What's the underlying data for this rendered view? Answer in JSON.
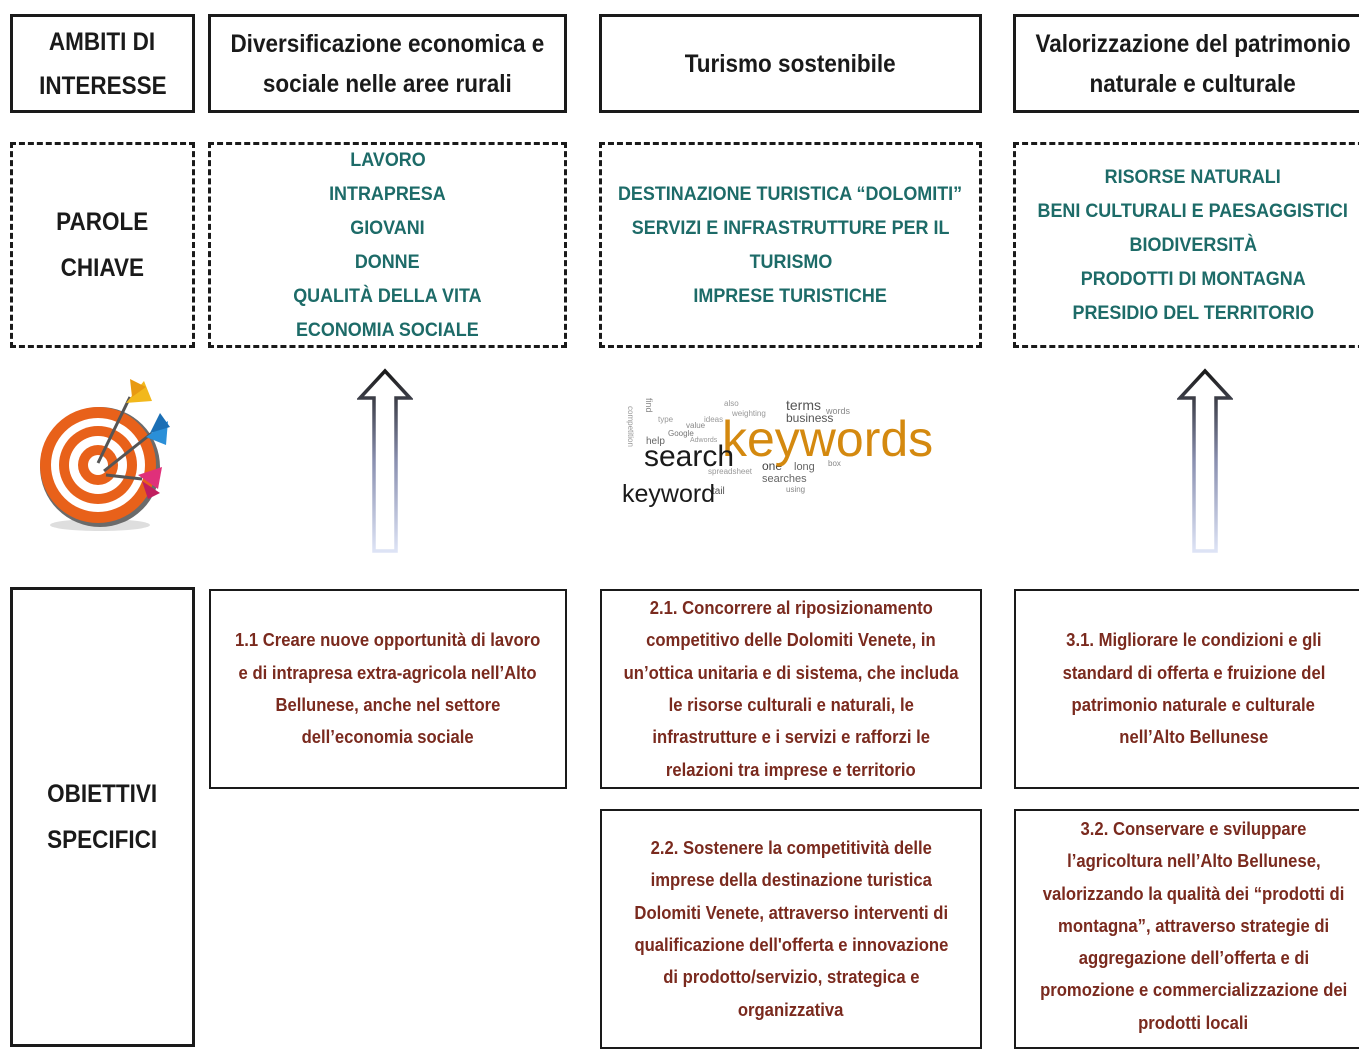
{
  "ambiti": {
    "label": [
      "AMBITI DI",
      "INTERESSE"
    ],
    "a1": [
      "Diversificazione economica e",
      "sociale nelle aree rurali"
    ],
    "a2": [
      "Turismo sostenibile"
    ],
    "a3": [
      "Valorizzazione del patrimonio",
      "naturale e culturale"
    ]
  },
  "parole": {
    "label": [
      "PAROLE",
      "CHIAVE"
    ],
    "k1": [
      "LAVORO",
      "INTRAPRESA",
      "GIOVANI",
      "DONNE",
      "QUALITÀ DELLA VITA",
      "ECONOMIA SOCIALE"
    ],
    "k2": [
      "DESTINAZIONE TURISTICA “DOLOMITI”",
      "SERVIZI E INFRASTRUTTURE PER IL",
      "TURISMO",
      "IMPRESE TURISTICHE"
    ],
    "k3": [
      "RISORSE NATURALI",
      "BENI CULTURALI E PAESAGGISTICI",
      "BIODIVERSITÀ",
      "PRODOTTI DI MONTAGNA",
      "PRESIDIO DEL TERRITORIO"
    ]
  },
  "wordcloud": {
    "main": "keywords",
    "search": "search",
    "keyword": "keyword",
    "small": [
      "terms",
      "business",
      "help",
      "Google",
      "one",
      "long",
      "searches",
      "tail",
      "find",
      "box",
      "using",
      "ideas",
      "value",
      "also",
      "weighting",
      "spreadsheet",
      "Adwords",
      "type",
      "competition",
      "words"
    ]
  },
  "obiettivi": {
    "label": [
      "OBIETTIVI",
      "SPECIFICI"
    ],
    "o11": [
      "1.1 Creare nuove opportunità di lavoro",
      "e di intrapresa extra-agricola nell’Alto",
      "Bellunese, anche nel settore",
      "dell’economia sociale"
    ],
    "o21": [
      "2.1. Concorrere al riposizionamento",
      "competitivo delle Dolomiti Venete, in",
      "un’ottica unitaria e di sistema, che includa",
      "le risorse culturali e naturali, le",
      "infrastrutture e i servizi e rafforzi le",
      "relazioni tra imprese e territorio"
    ],
    "o22": [
      "2.2. Sostenere la competitività delle",
      "imprese della destinazione turistica",
      "Dolomiti Venete, attraverso interventi di",
      "qualificazione dell'offerta e innovazione",
      "di prodotto/servizio, strategica e",
      "organizzativa"
    ],
    "o31": [
      "3.1. Migliorare le condizioni e gli",
      "standard di offerta e fruizione del",
      "patrimonio naturale e culturale",
      "nell’Alto Bellunese"
    ],
    "o32": [
      "3.2. Conservare e sviluppare",
      "l’agricoltura nell’Alto Bellunese,",
      "valorizzando la qualità dei “prodotti di",
      "montagna”, attraverso strategie di",
      "aggregazione dell’offerta e di",
      "promozione e commercializzazione dei",
      "prodotti locali"
    ]
  },
  "colors": {
    "keyword_teal": "#1d6b68",
    "objective_brown": "#7a2a1e",
    "border": "#1a1a1a"
  }
}
